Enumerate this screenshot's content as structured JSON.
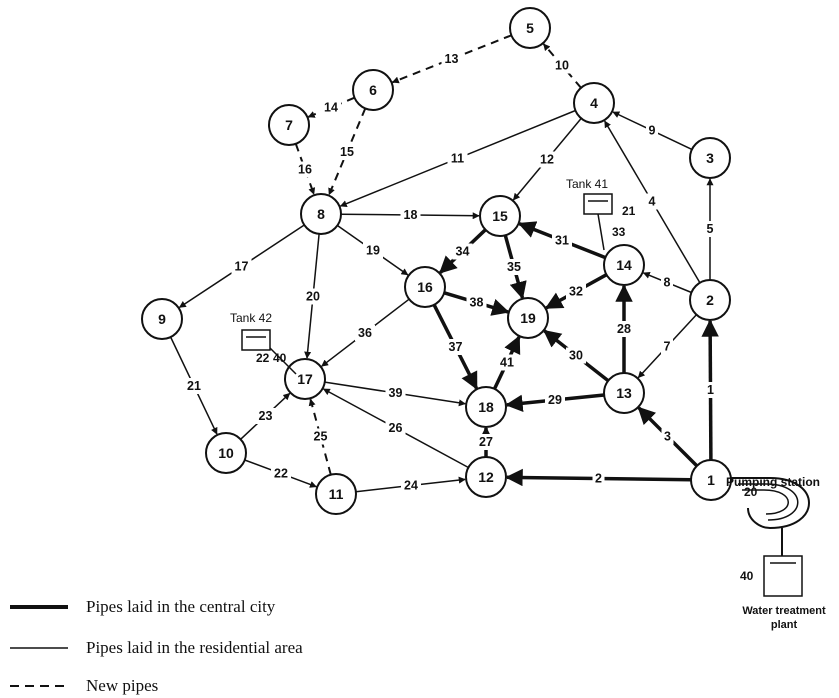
{
  "nodes": [
    {
      "id": "1",
      "label": "1"
    },
    {
      "id": "2",
      "label": "2"
    },
    {
      "id": "3",
      "label": "3"
    },
    {
      "id": "4",
      "label": "4"
    },
    {
      "id": "5",
      "label": "5"
    },
    {
      "id": "6",
      "label": "6"
    },
    {
      "id": "7",
      "label": "7"
    },
    {
      "id": "8",
      "label": "8"
    },
    {
      "id": "9",
      "label": "9"
    },
    {
      "id": "10",
      "label": "10"
    },
    {
      "id": "11",
      "label": "11"
    },
    {
      "id": "12",
      "label": "12"
    },
    {
      "id": "13",
      "label": "13"
    },
    {
      "id": "14",
      "label": "14"
    },
    {
      "id": "15",
      "label": "15"
    },
    {
      "id": "16",
      "label": "16"
    },
    {
      "id": "17",
      "label": "17"
    },
    {
      "id": "18",
      "label": "18"
    },
    {
      "id": "19",
      "label": "19"
    }
  ],
  "edges": [
    {
      "label": "2",
      "from": "1",
      "to": "12",
      "type": "central"
    },
    {
      "label": "1",
      "from": "1",
      "to": "2",
      "type": "central"
    },
    {
      "label": "3",
      "from": "1",
      "to": "13",
      "type": "central"
    },
    {
      "label": "4",
      "from": "2",
      "to": "4",
      "type": "residential"
    },
    {
      "label": "5",
      "from": "2",
      "to": "3",
      "type": "residential"
    },
    {
      "label": "7",
      "from": "2",
      "to": "13",
      "type": "residential"
    },
    {
      "label": "8",
      "from": "2",
      "to": "14",
      "type": "residential"
    },
    {
      "label": "9",
      "from": "3",
      "to": "4",
      "type": "residential"
    },
    {
      "label": "10",
      "from": "4",
      "to": "5",
      "type": "new"
    },
    {
      "label": "11",
      "from": "4",
      "to": "8",
      "type": "residential"
    },
    {
      "label": "12",
      "from": "4",
      "to": "15",
      "type": "residential"
    },
    {
      "label": "13",
      "from": "5",
      "to": "6",
      "type": "new"
    },
    {
      "label": "14",
      "from": "6",
      "to": "7",
      "type": "new"
    },
    {
      "label": "15",
      "from": "6",
      "to": "8",
      "type": "new"
    },
    {
      "label": "16",
      "from": "7",
      "to": "8",
      "type": "new"
    },
    {
      "label": "17",
      "from": "8",
      "to": "9",
      "type": "residential"
    },
    {
      "label": "18",
      "from": "8",
      "to": "15",
      "type": "residential"
    },
    {
      "label": "19",
      "from": "8",
      "to": "16",
      "type": "residential"
    },
    {
      "label": "20",
      "from": "8",
      "to": "17",
      "type": "residential"
    },
    {
      "label": "21",
      "from": "9",
      "to": "10",
      "type": "residential"
    },
    {
      "label": "22",
      "from": "10",
      "to": "11",
      "type": "residential"
    },
    {
      "label": "23",
      "from": "10",
      "to": "17",
      "type": "residential"
    },
    {
      "label": "24",
      "from": "11",
      "to": "12",
      "type": "residential"
    },
    {
      "label": "25",
      "from": "11",
      "to": "17",
      "type": "new"
    },
    {
      "label": "26",
      "from": "12",
      "to": "17",
      "type": "residential"
    },
    {
      "label": "27",
      "from": "12",
      "to": "18",
      "type": "central"
    },
    {
      "label": "28",
      "from": "13",
      "to": "14",
      "type": "central"
    },
    {
      "label": "29",
      "from": "13",
      "to": "18",
      "type": "central"
    },
    {
      "label": "30",
      "from": "13",
      "to": "19",
      "type": "central"
    },
    {
      "label": "31",
      "from": "14",
      "to": "15",
      "type": "central"
    },
    {
      "label": "32",
      "from": "14",
      "to": "19",
      "type": "central"
    },
    {
      "label": "34",
      "from": "15",
      "to": "16",
      "type": "central"
    },
    {
      "label": "35",
      "from": "15",
      "to": "19",
      "type": "central"
    },
    {
      "label": "36",
      "from": "16",
      "to": "17",
      "type": "residential"
    },
    {
      "label": "37",
      "from": "16",
      "to": "18",
      "type": "central"
    },
    {
      "label": "38",
      "from": "16",
      "to": "19",
      "type": "central"
    },
    {
      "label": "39",
      "from": "17",
      "to": "18",
      "type": "residential"
    },
    {
      "label": "41",
      "from": "18",
      "to": "19",
      "type": "central"
    }
  ],
  "tanks": {
    "tank41": {
      "name": "Tank 41",
      "pipe_label": "21",
      "pipe_33": "33"
    },
    "tank42": {
      "name": "Tank 42",
      "pipe_label": "22",
      "pipe_40": "40"
    }
  },
  "pumping_station": {
    "label": "Pumping station",
    "pipe_label": "20"
  },
  "water_treatment_plant": {
    "label_line1": "Water treatment",
    "label_line2": "plant",
    "id_label": "40"
  },
  "legend": {
    "central": "Pipes laid in the central city",
    "residential": "Pipes laid in the residential area",
    "new": "New pipes"
  }
}
